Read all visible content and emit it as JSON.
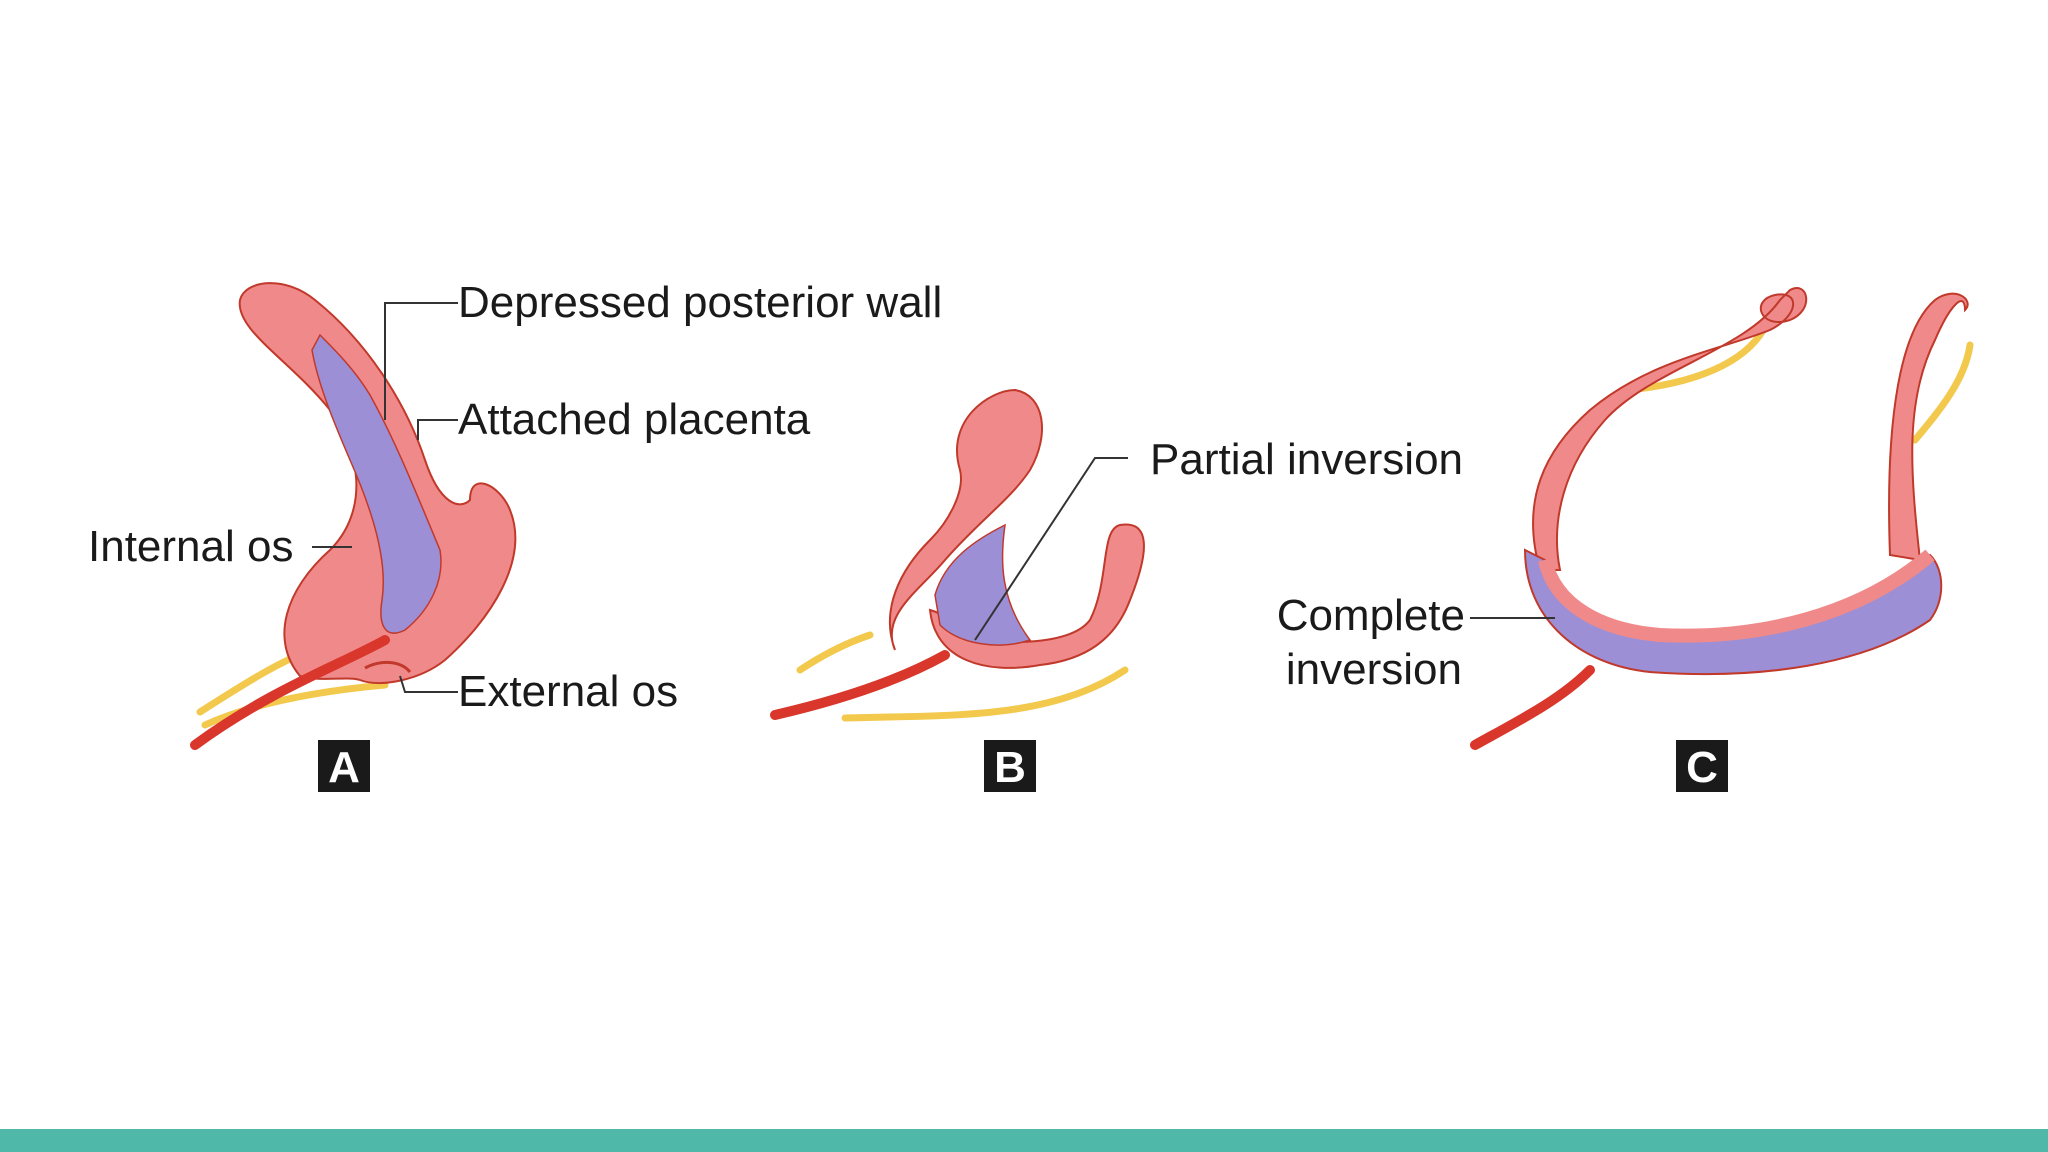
{
  "labels": {
    "depressed_posterior_wall": "Depressed posterior wall",
    "attached_placenta": "Attached placenta",
    "internal_os": "Internal os",
    "external_os": "External os",
    "partial_inversion": "Partial inversion",
    "complete_inversion_line1": "Complete",
    "complete_inversion_line2": "inversion"
  },
  "panels": {
    "a": "A",
    "b": "B",
    "c": "C"
  },
  "colors": {
    "uterine_wall": "#f08a8a",
    "uterine_wall_stroke": "#c0392b",
    "placenta": "#9c8fd6",
    "cord": "#d9362c",
    "vagina": "#f2c94c",
    "bottom_bar": "#4fb8a8"
  }
}
